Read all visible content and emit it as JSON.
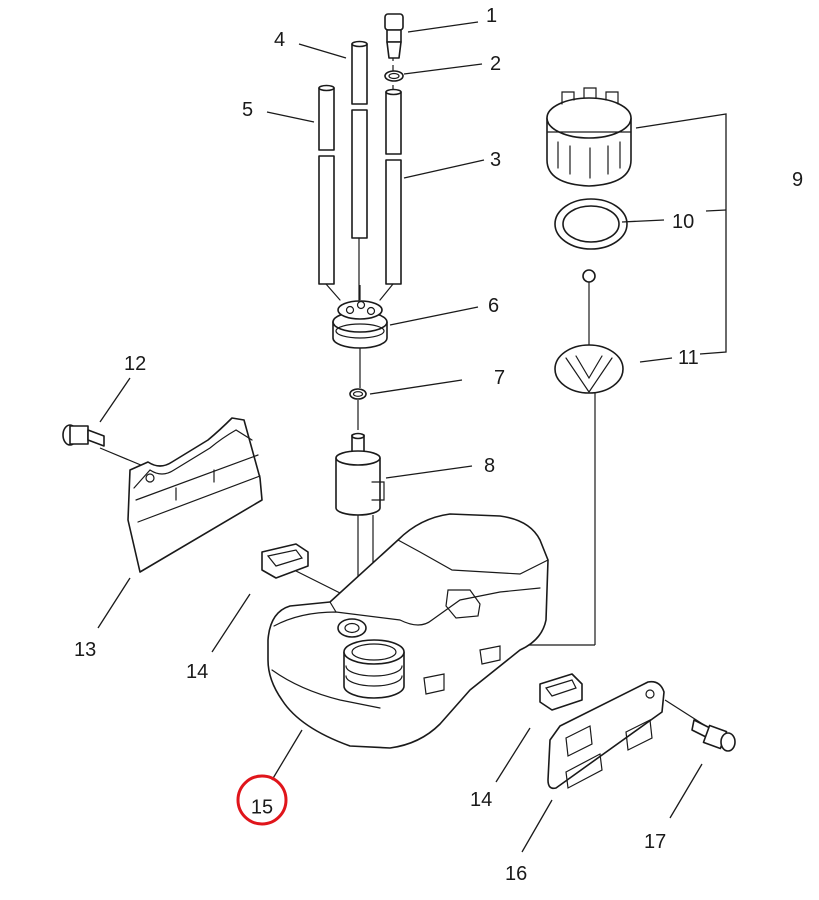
{
  "labels": {
    "p1": "1",
    "p2": "2",
    "p3": "3",
    "p4": "4",
    "p5": "5",
    "p6": "6",
    "p7": "7",
    "p8": "8",
    "p9": "9",
    "p10": "10",
    "p11": "11",
    "p12": "12",
    "p13": "13",
    "p14a": "14",
    "p14b": "14",
    "p15": "15",
    "p16": "16",
    "p17": "17"
  },
  "highlight": {
    "label": "15",
    "color": "#e0151b"
  }
}
